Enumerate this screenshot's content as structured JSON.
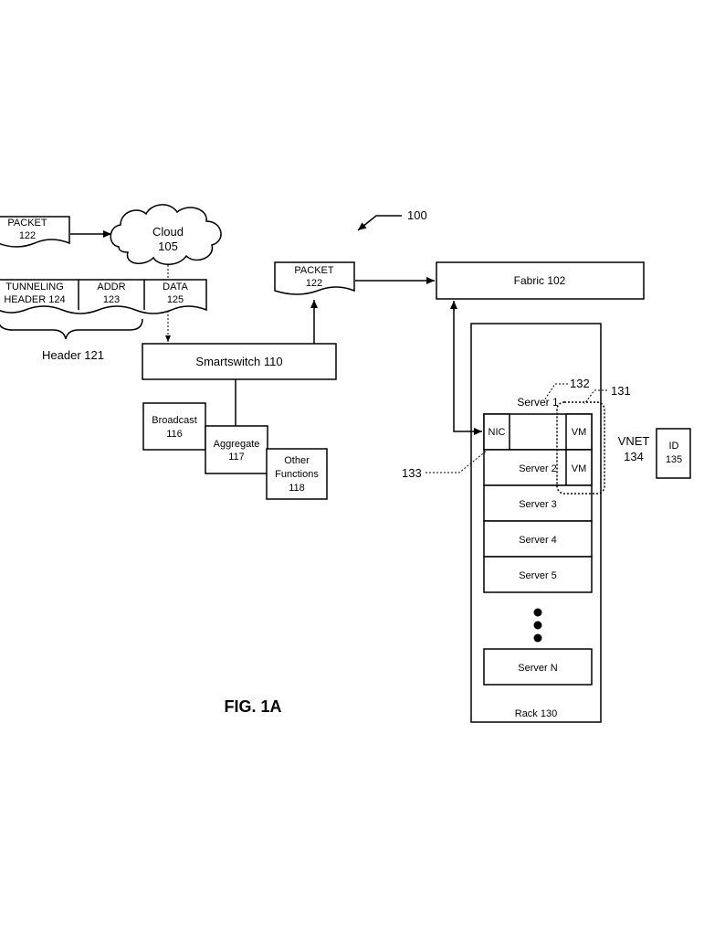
{
  "figure": {
    "ref": "100",
    "caption": "FIG. 1A"
  },
  "cloud": {
    "line1": "Cloud",
    "line2": "105"
  },
  "packet_left": {
    "line1": "PACKET",
    "line2": "122"
  },
  "packet_mid": {
    "line1": "PACKET",
    "line2": "122"
  },
  "tunneling": {
    "line1": "TUNNELING",
    "line2": "HEADER 124"
  },
  "addr": {
    "line1": "ADDR",
    "line2": "123"
  },
  "data_field": {
    "line1": "DATA",
    "line2": "125"
  },
  "header": {
    "label": "Header 121"
  },
  "smartswitch": {
    "label": "Smartswitch 110"
  },
  "fabric": {
    "label": "Fabric 102"
  },
  "broadcast": {
    "line1": "Broadcast",
    "line2": "116"
  },
  "aggregate": {
    "line1": "Aggregate",
    "line2": "117"
  },
  "other": {
    "line1": "Other",
    "line2": "Functions",
    "line3": "118"
  },
  "rack": {
    "label": "Rack 130",
    "server1": "Server 1",
    "server2": "Server 2",
    "server3": "Server 3",
    "server4": "Server 4",
    "server5": "Server 5",
    "serverN": "Server N"
  },
  "nic": "NIC",
  "vm1": "VM",
  "vm2": "VM",
  "ref_132": "132",
  "ref_131": "131",
  "ref_133": "133",
  "vnet": {
    "line1": "VNET",
    "line2": "134"
  },
  "id_box": {
    "line1": "ID",
    "line2": "135"
  }
}
